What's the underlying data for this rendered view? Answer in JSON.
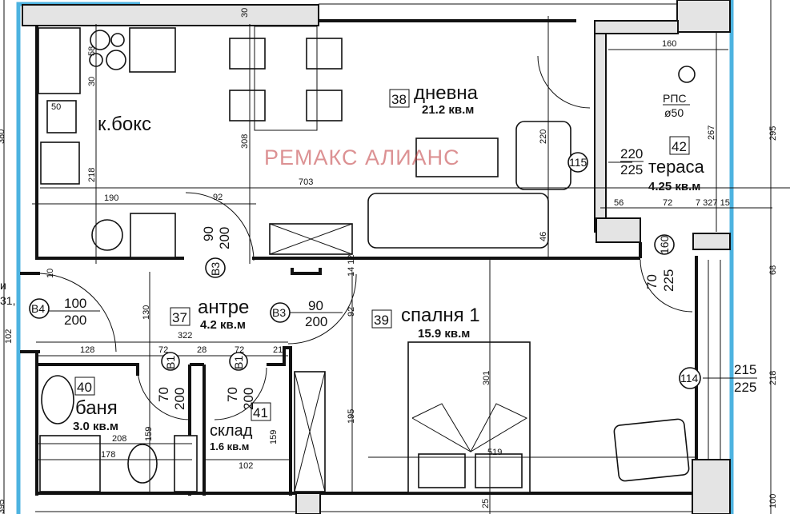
{
  "colors": {
    "outline": "#4db3e0",
    "walls": "#111111",
    "watermark": "#c0393b"
  },
  "rooms": {
    "kitchen": {
      "name": "к.бокс"
    },
    "living": {
      "number": "38",
      "name": "дневна",
      "area": "21.2 кв.м"
    },
    "terrace": {
      "number": "42",
      "name": "тераса",
      "area": "4.25 кв.м",
      "riser_label": "РПС",
      "riser_diameter": "ø50"
    },
    "hall": {
      "number": "37",
      "name": "антре",
      "area": "4.2 кв.м"
    },
    "bedroom": {
      "number": "39",
      "name": "спалня 1",
      "area": "15.9 кв.м"
    },
    "bathroom": {
      "number": "40",
      "name": "баня",
      "area": "3.0 кв.м"
    },
    "storage": {
      "number": "41",
      "name": "склад",
      "area": "1.6 кв.м"
    }
  },
  "doors": {
    "entry": {
      "tag": "B4",
      "width": "100",
      "height": "200"
    },
    "kitchen": {
      "tag": "B3",
      "width": "90",
      "height": "200"
    },
    "bedroom": {
      "tag": "B3",
      "width": "90",
      "height": "200"
    },
    "bath": {
      "tag": "B1",
      "width": "70",
      "height": "200"
    },
    "storage": {
      "tag": "B1",
      "width": "70",
      "height": "200"
    },
    "terrace_door": {
      "tag": "160",
      "width": "70",
      "height": "225"
    }
  },
  "windows": {
    "living": {
      "tag": "115",
      "width": "220",
      "height": "225"
    },
    "bedroom": {
      "tag": "114",
      "width": "215",
      "height": "225"
    }
  },
  "dimensions": {
    "d30a": "30",
    "d58": "58",
    "d30b": "30",
    "d50": "50",
    "d218k": "218",
    "d308": "308",
    "d703": "703",
    "d190": "190",
    "d92a": "92",
    "d160": "160",
    "d267": "267",
    "d295": "295",
    "d220": "220",
    "d46": "46",
    "d56": "56",
    "d72t": "72",
    "d7": "7 327 15",
    "d68": "68",
    "d130": "130",
    "d322": "322",
    "d128": "128",
    "d72a": "72",
    "d28": "28",
    "d72b": "72",
    "d21": "21",
    "d92b": "92",
    "d1412": "14 12",
    "d195": "195",
    "d159a": "159",
    "d208": "208",
    "d178": "178",
    "d159b": "159",
    "d102": "102",
    "d301": "301",
    "d519": "519",
    "d25": "25",
    "d218r": "218",
    "d100": "100",
    "d10": "10",
    "d380": "380",
    "d102l": "102",
    "d395": "395"
  },
  "edge_text": {
    "a": "и",
    "b": "31,"
  },
  "watermark": "РЕМАКС АЛИАНС"
}
